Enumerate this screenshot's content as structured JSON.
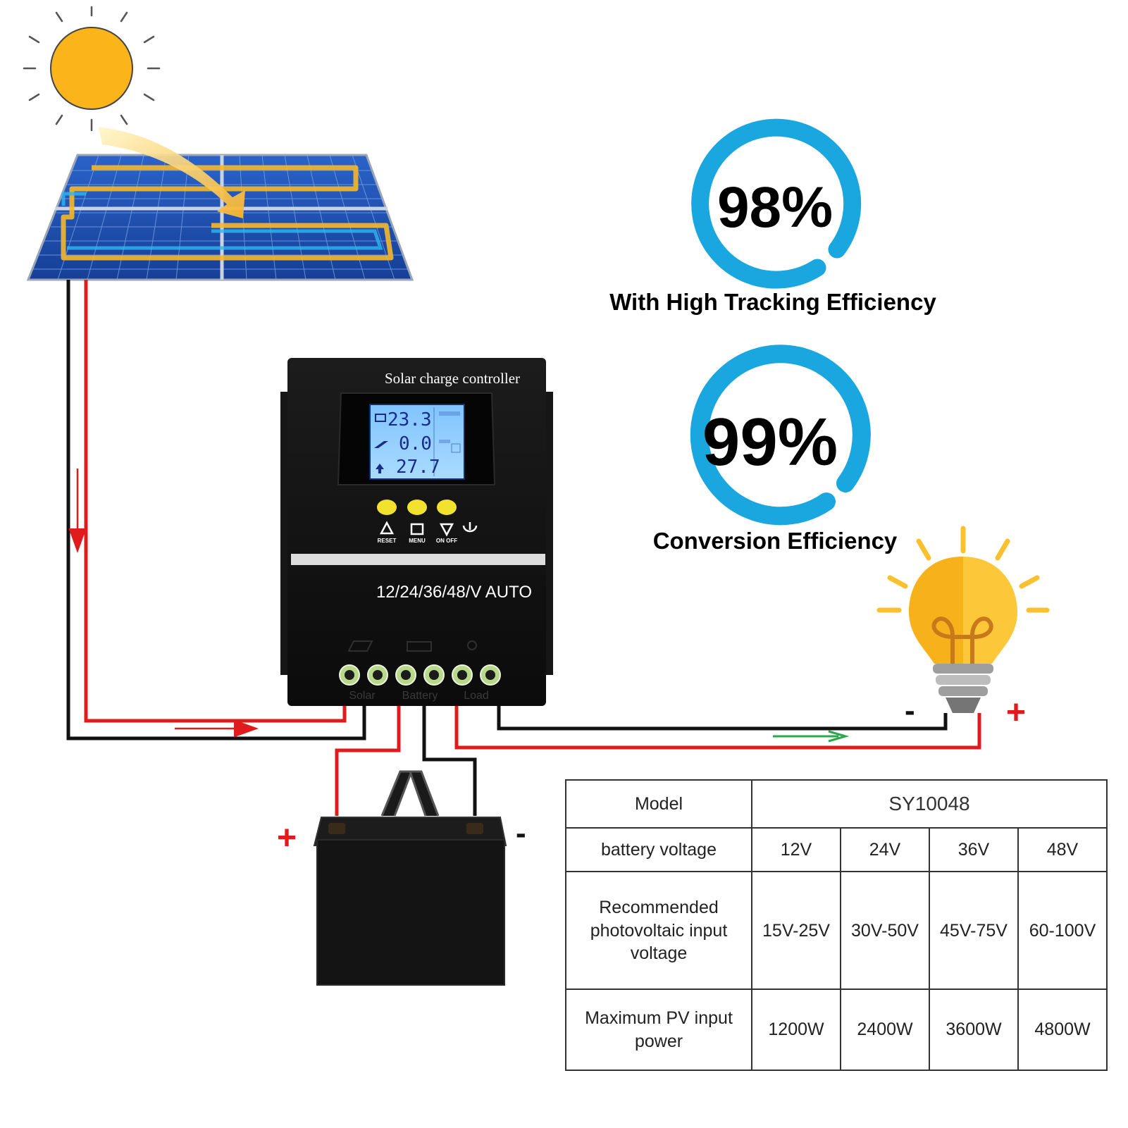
{
  "efficiency": {
    "tracking": {
      "value": "98%",
      "caption": "With High Tracking Efficiency",
      "color": "#1aa7df"
    },
    "conversion": {
      "value": "99%",
      "caption": "Conversion Efficiency",
      "color": "#1aa7df"
    }
  },
  "controller": {
    "title": "Solar charge controller",
    "voltage_label": "12/24/36/48/V AUTO",
    "lcd": {
      "battery_reading": "23.3",
      "solar_reading": "0.0",
      "load_reading": "27.7"
    },
    "buttons": [
      {
        "label": "RESET",
        "icon": "up-triangle-icon"
      },
      {
        "label": "MENU",
        "icon": "menu-icon"
      },
      {
        "label": "ON OFF",
        "icon": "down-triangle-power-icon"
      }
    ],
    "terminal_labels": [
      "Solar",
      "Battery",
      "Load"
    ]
  },
  "wiring": {
    "positive_color": "#e01b1b",
    "negative_color": "#111111",
    "arrow_green": "#2aa84a"
  },
  "battery": {
    "positive_sign": "+",
    "negative_sign": "-"
  },
  "bulb": {
    "positive_sign": "+",
    "negative_sign": "-"
  },
  "spec_table": {
    "model_label": "Model",
    "model_value": "SY10048",
    "rows": [
      {
        "label": "battery voltage",
        "values": [
          "12V",
          "24V",
          "36V",
          "48V"
        ]
      },
      {
        "label": "Recommended photovoltaic input voltage",
        "values": [
          "15V-25V",
          "30V-50V",
          "45V-75V",
          "60-100V"
        ]
      },
      {
        "label": "Maximum PV input power",
        "values": [
          "1200W",
          "2400W",
          "3600W",
          "4800W"
        ]
      }
    ]
  }
}
